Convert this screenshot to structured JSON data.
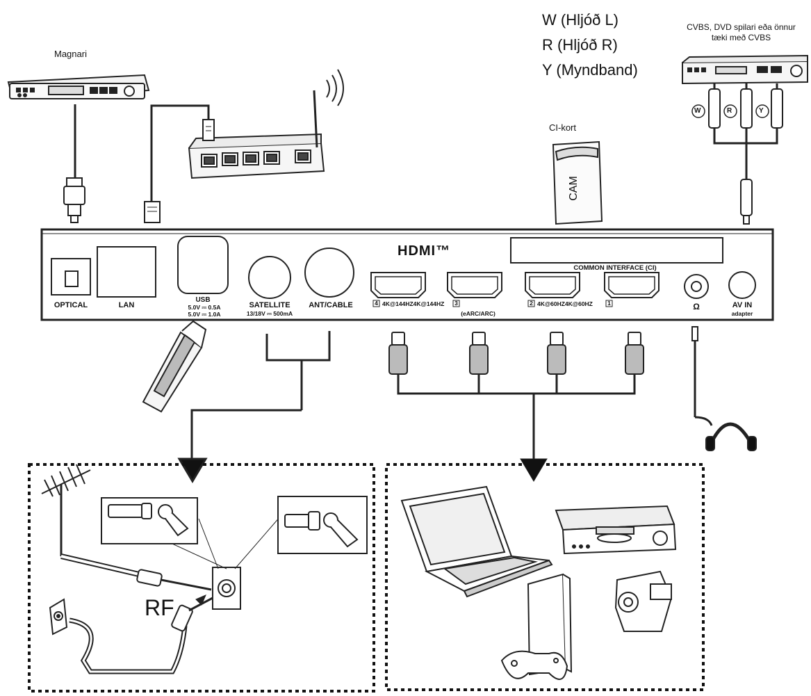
{
  "labels": {
    "amplifier": "Magnari",
    "cvbs_source": "CVBS, DVD spilari eða önnur\ntæki með CVBS",
    "audio_left": "W (Hljóð L)",
    "audio_right": "R (Hljóð R)",
    "video": "Y (Myndband)",
    "ci_card": "CI-kort",
    "cam": "CAM",
    "rf": "RF",
    "connector_w": "W",
    "connector_r": "R",
    "connector_y": "Y"
  },
  "panel": {
    "optical": "OPTICAL",
    "lan": "LAN",
    "usb": "USB",
    "usb_spec1": "5.0V ⎓ 0.5A",
    "usb_spec2": "5.0V ⎓ 1.0A",
    "satellite": "SATELLITE",
    "satellite_spec": "13/18V ⎓ 500mA",
    "ant_cable": "ANT/CABLE",
    "hdmi_logo": "HDMI™",
    "common_interface": "COMMON INTERFACE (CI)",
    "hdmi4_num": "4",
    "hdmi4_spec": "4K@144HZ4K@144HZ",
    "hdmi3_num": "3",
    "earc": "(eARC/ARC)",
    "hdmi2_num": "2",
    "hdmi2_spec": "4K@60HZ4K@60HZ",
    "hdmi1_num": "1",
    "headphone_icon": "Ω",
    "av_in": "AV IN",
    "av_in_sub": "adapter"
  },
  "icons": [
    "amplifier-icon",
    "router-icon",
    "usb-stick-icon",
    "headphones-icon",
    "dvd-player-icon",
    "cam-card-icon",
    "antenna-icon",
    "laptop-icon",
    "game-console-icon",
    "video-recorder-icon",
    "camcorder-icon",
    "wall-socket-icon"
  ]
}
